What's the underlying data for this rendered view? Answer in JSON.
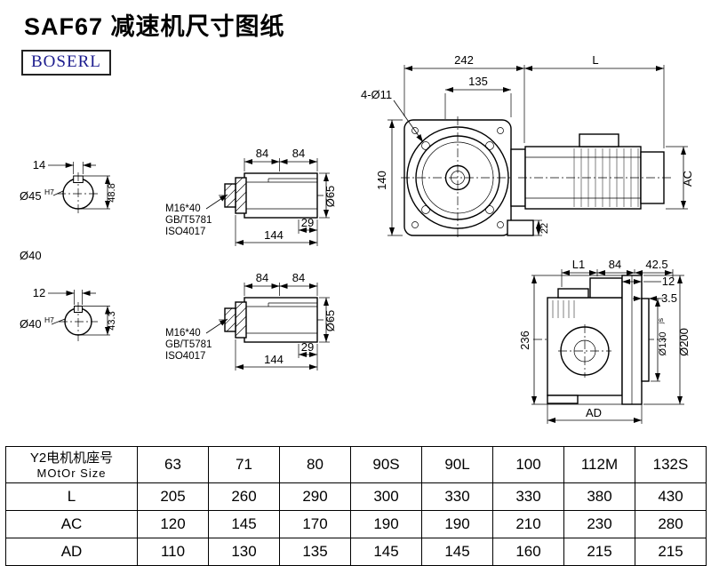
{
  "page": {
    "title": "SAF67 减速机尺寸图纸",
    "logo": "BOSERL"
  },
  "front": {
    "d242": "242",
    "dL": "L",
    "d135": "135",
    "bolt": "4-Ø11",
    "d140": "140",
    "d22": "22",
    "dAC": "AC"
  },
  "sec_top": {
    "w": "14",
    "dia": "Ø45",
    "tol": "H7",
    "depth": "48.8"
  },
  "sec_note": "Ø40",
  "sec_bot": {
    "w": "12",
    "dia": "Ø40",
    "tol": "H7",
    "depth": "43.3"
  },
  "det_top": {
    "a84": "84",
    "b84": "84",
    "d29": "29",
    "d144": "144",
    "d65": "Ø65",
    "m1": "M16*40",
    "m2": "GB/T5781",
    "m3": "ISO4017"
  },
  "det_bot": {
    "a84": "84",
    "b84": "84",
    "d29": "29",
    "d144": "144",
    "d65": "Ø65",
    "m1": "M16*40",
    "m2": "GB/T5781",
    "m3": "ISO4017"
  },
  "side": {
    "dL1": "L1",
    "d84": "84",
    "d425": "42.5",
    "d12": "12",
    "d35": "3.5",
    "d236": "236",
    "d130": "Ø130",
    "d130t": "js",
    "d200": "Ø200",
    "dAD": "AD"
  },
  "table": {
    "rows": [
      {
        "label_cn": "Y2电机机座号",
        "label_en": "MOtOr Size",
        "values": [
          "63",
          "71",
          "80",
          "90S",
          "90L",
          "100",
          "112M",
          "132S"
        ]
      },
      {
        "label": "L",
        "values": [
          "205",
          "260",
          "290",
          "300",
          "330",
          "330",
          "380",
          "430"
        ]
      },
      {
        "label": "AC",
        "values": [
          "120",
          "145",
          "170",
          "190",
          "190",
          "210",
          "230",
          "280"
        ]
      },
      {
        "label": "AD",
        "values": [
          "110",
          "130",
          "135",
          "145",
          "145",
          "160",
          "215",
          "215"
        ]
      }
    ]
  }
}
